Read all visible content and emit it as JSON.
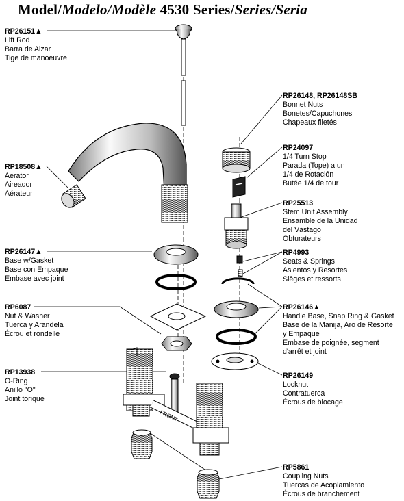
{
  "title": {
    "model": "Model/",
    "modelo": "Modelo/",
    "modele": "Modèle",
    "number": " 4530 Series/",
    "series_es": "Series/",
    "series_fr": "Seria"
  },
  "parts": [
    {
      "id": "lift-rod",
      "pn": "RP26151▲",
      "lines": [
        "Lift Rod",
        "Barra de Alzar",
        "Tige de manoeuvre"
      ]
    },
    {
      "id": "aerator",
      "pn": "RP18508▲",
      "lines": [
        "Aerator",
        "Aireador",
        "Aérateur"
      ]
    },
    {
      "id": "base-gasket",
      "pn": "RP26147▲",
      "lines": [
        "Base w/Gasket",
        "Base con Empaque",
        "Embase avec joint"
      ]
    },
    {
      "id": "nut-washer",
      "pn": "RP6087",
      "lines": [
        "Nut & Washer",
        "Tuerca y Arandela",
        "Écrou et rondelle"
      ]
    },
    {
      "id": "o-ring",
      "pn": "RP13938",
      "lines": [
        "O-Ring",
        "Anillo \"O\"",
        "Joint torique"
      ]
    },
    {
      "id": "bonnet-nuts",
      "pn": "RP26148, RP26148SB",
      "lines": [
        "Bonnet Nuts",
        "Bonetes/Capuchones",
        "Chapeaux filetés"
      ]
    },
    {
      "id": "turn-stop",
      "pn": "RP24097",
      "lines": [
        "1/4 Turn Stop",
        "Parada (Tope) a un",
        "1/4 de Rotación",
        "Butée 1/4 de tour"
      ]
    },
    {
      "id": "stem-unit",
      "pn": "RP25513",
      "lines": [
        "Stem Unit Assembly",
        "Ensamble de la Unidad",
        "del Vástago",
        "Obturateurs"
      ]
    },
    {
      "id": "seats-springs",
      "pn": "RP4993",
      "lines": [
        "Seats & Springs",
        "Asientos y Resortes",
        "Sièges et ressorts"
      ]
    },
    {
      "id": "handle-base",
      "pn": "RP26146▲",
      "lines": [
        "Handle Base, Snap Ring & Gasket",
        "Base de la Manija, Aro de Resorte",
        "y Empaque",
        "Embase de poignée, segment",
        "d'arrêt et joint"
      ]
    },
    {
      "id": "locknut",
      "pn": "RP26149",
      "lines": [
        "Locknut",
        "Contratuerca",
        "Écrous de blocage"
      ]
    },
    {
      "id": "coupling-nuts",
      "pn": "RP5861",
      "lines": [
        "Coupling Nuts",
        "Tuercas de Acoplamiento",
        "Écrous de branchement"
      ]
    }
  ],
  "front_label": "FRONT"
}
